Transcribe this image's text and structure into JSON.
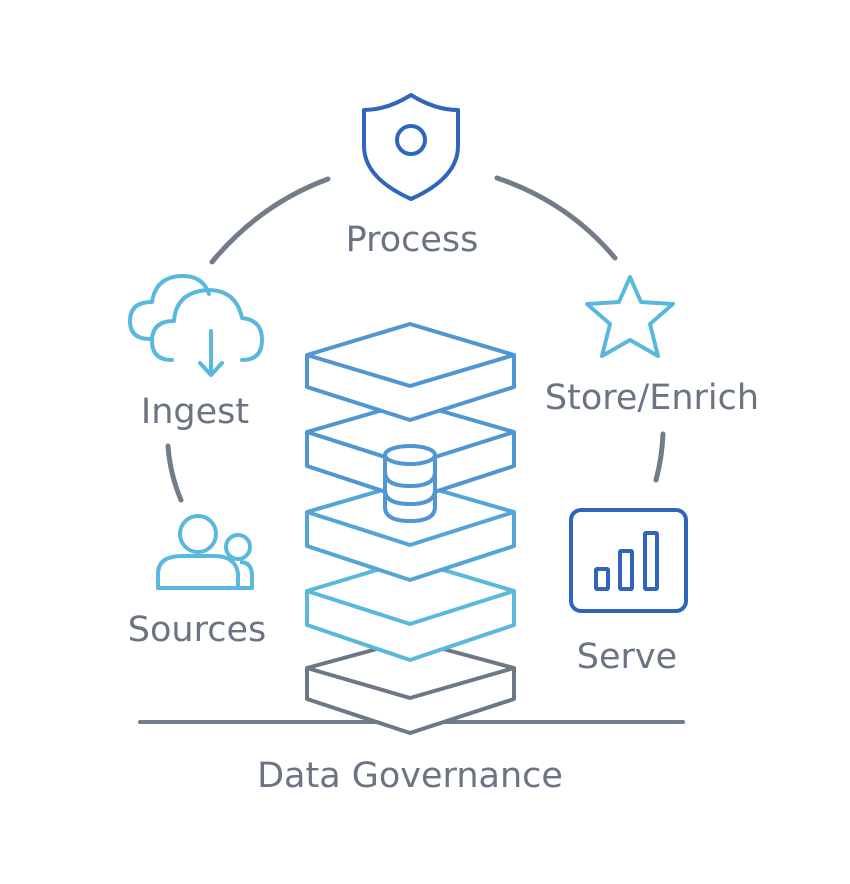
{
  "diagram": {
    "stages": {
      "process": "Process",
      "store_enrich": "Store/Enrich",
      "ingest": "Ingest",
      "sources": "Sources",
      "serve": "Serve"
    },
    "foundation": "Data Governance",
    "icons": {
      "process": "shield-icon",
      "store_enrich": "star-icon",
      "ingest": "cloud-download-icon",
      "sources": "users-icon",
      "serve": "bar-chart-icon",
      "core": "database-icon"
    },
    "colors": {
      "arc": "#737d89",
      "label": "#6b7482",
      "light_blue": "#5bb8dd",
      "mid_blue": "#4f96d2",
      "dark_blue": "#2f65bd",
      "base_gray": "#6e7785"
    }
  }
}
